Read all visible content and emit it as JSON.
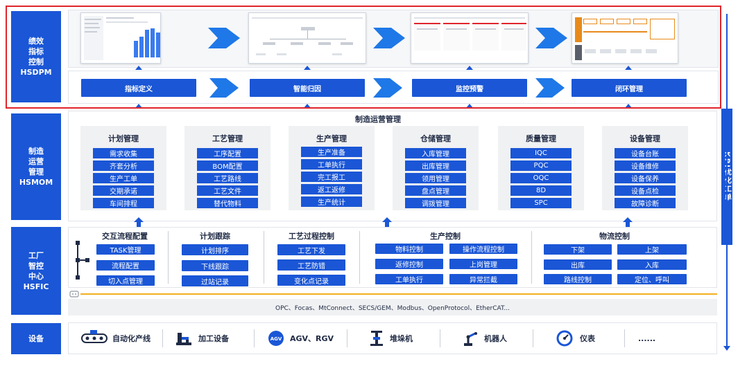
{
  "layers": {
    "hsdpm": "绩效\n指标\n控制\nHSDPM",
    "hsmom": "制造\n运营\n管理\nHSMOM",
    "hsfic": "工厂\n智控\n中心\nHSFIC",
    "device": "设备"
  },
  "kpi_bar": "KPI优化工单",
  "hsdpm_steps": [
    "指标定义",
    "智能归因",
    "监控预警",
    "闭环管理"
  ],
  "mom": {
    "title": "制造运营管理",
    "cards": [
      {
        "title": "计划管理",
        "items": [
          "需求收集",
          "齐套分析",
          "生产工单",
          "交期承诺",
          "车间排程"
        ]
      },
      {
        "title": "工艺管理",
        "items": [
          "工序配置",
          "BOM配置",
          "工艺路线",
          "工艺文件",
          "替代物料"
        ]
      },
      {
        "title": "生产管理",
        "items": [
          "生产准备",
          "工单执行",
          "完工报工",
          "返工返修",
          "生产统计"
        ]
      },
      {
        "title": "仓储管理",
        "items": [
          "入库管理",
          "出库管理",
          "领用管理",
          "盘点管理",
          "调拨管理"
        ]
      },
      {
        "title": "质量管理",
        "items": [
          "IQC",
          "PQC",
          "OQC",
          "8D",
          "SPC"
        ]
      },
      {
        "title": "设备管理",
        "items": [
          "设备台账",
          "设备维修",
          "设备保养",
          "设备点检",
          "故障诊断"
        ]
      }
    ]
  },
  "fic": {
    "sections": [
      {
        "title": "交互流程配置",
        "items": [
          "TASK管理",
          "流程配置",
          "切入点管理"
        ]
      },
      {
        "title": "计划跟踪",
        "items": [
          "计划排序",
          "下线跟踪",
          "过站记录"
        ]
      },
      {
        "title": "工艺过程控制",
        "items": [
          "工艺下发",
          "工艺防错",
          "变化点记录"
        ]
      },
      {
        "title": "生产控制",
        "items": [
          "物料控制",
          "操作流程控制",
          "返修控制",
          "上岗管理",
          "工单执行",
          "异常拦截"
        ]
      },
      {
        "title": "物流控制",
        "items": [
          "下架",
          "上架",
          "出库",
          "入库",
          "路线控制",
          "定位、呼叫"
        ]
      }
    ],
    "protocols": "OPC、Focas、MtConnect、SECS/GEM、Modbus、OpenProtocol、EtherCAT..."
  },
  "devices": [
    {
      "label": "自动化产线",
      "icon": "conveyor-icon"
    },
    {
      "label": "加工设备",
      "icon": "machine-tool-icon"
    },
    {
      "label": "AGV、RGV",
      "icon": "agv-icon"
    },
    {
      "label": "堆垛机",
      "icon": "stacker-icon"
    },
    {
      "label": "机器人",
      "icon": "robot-arm-icon"
    },
    {
      "label": "仪表",
      "icon": "gauge-icon"
    },
    {
      "label": "......",
      "icon": ""
    }
  ],
  "agv_badge": "AGV",
  "colors": {
    "primary": "#1a56d6",
    "highlight": "#e0242b",
    "accent_line": "#f2b01e"
  }
}
